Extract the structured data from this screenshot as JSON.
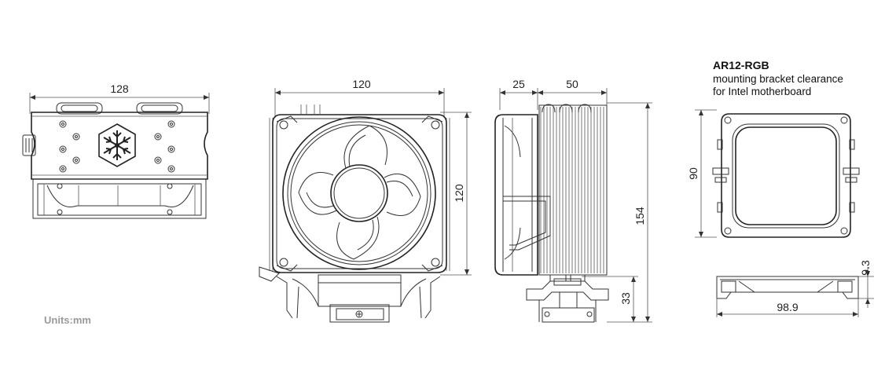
{
  "units_label": "Units:mm",
  "bracket_title": "AR12-RGB",
  "bracket_desc_1": "mounting bracket clearance",
  "bracket_desc_2": "for Intel motherboard",
  "dims": {
    "front_width": "128",
    "fan_width": "120",
    "fan_height": "120",
    "side_fan_depth": "25",
    "side_sink_depth": "50",
    "total_height": "154",
    "base_height": "33",
    "bracket_height": "90",
    "bracket_thickness": "9.3",
    "bracket_width": "98.9"
  }
}
